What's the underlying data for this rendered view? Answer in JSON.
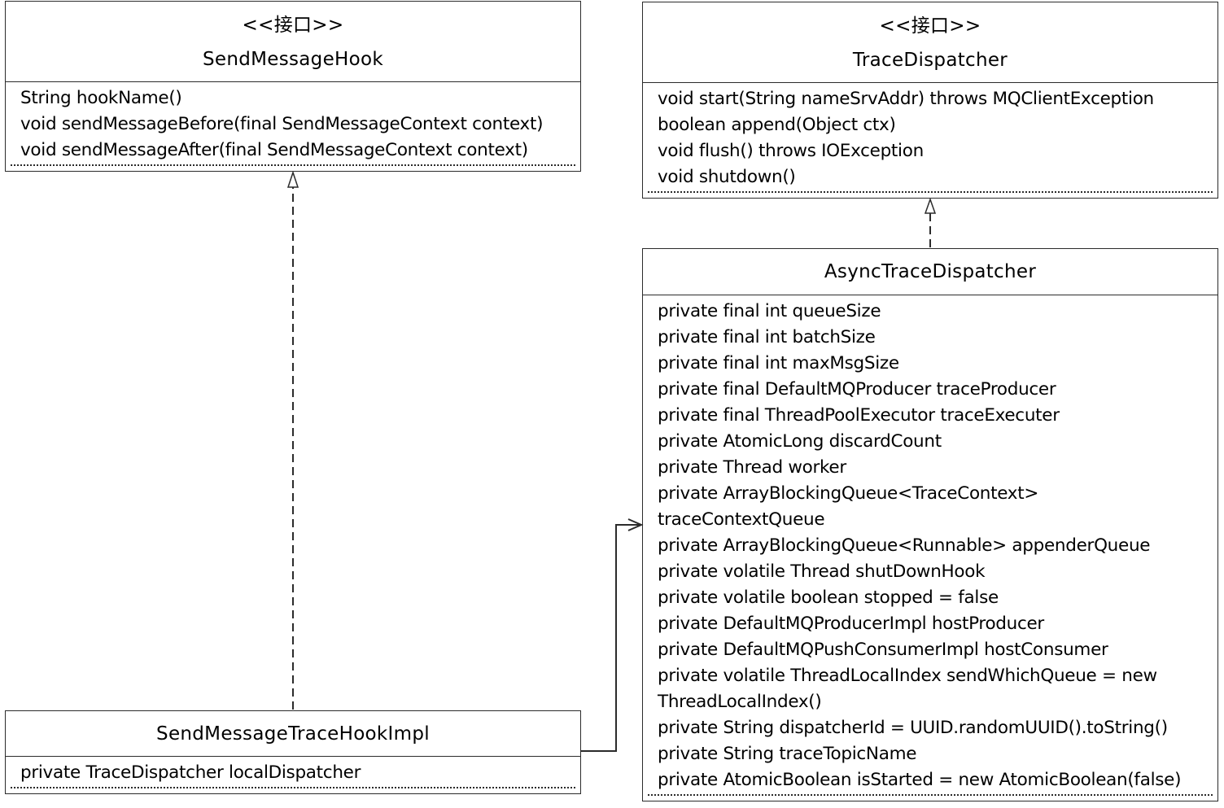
{
  "send_message_hook": {
    "stereotype": "<<接口>>",
    "name": "SendMessageHook",
    "members": [
      "String hookName()",
      "void sendMessageBefore(final SendMessageContext context)",
      "void sendMessageAfter(final SendMessageContext context)"
    ]
  },
  "trace_dispatcher": {
    "stereotype": "<<接口>>",
    "name": "TraceDispatcher",
    "members": [
      "void start(String nameSrvAddr) throws MQClientException",
      "boolean append(Object ctx)",
      "void flush() throws IOException",
      "void shutdown()"
    ]
  },
  "async_trace_dispatcher": {
    "name": "AsyncTraceDispatcher",
    "members": [
      "private final int queueSize",
      "private final int batchSize",
      "private final int maxMsgSize",
      "private final DefaultMQProducer traceProducer",
      "private final ThreadPoolExecutor traceExecuter",
      "private AtomicLong discardCount",
      "private Thread worker",
      "private ArrayBlockingQueue<TraceContext>",
      "traceContextQueue",
      "private ArrayBlockingQueue<Runnable> appenderQueue",
      "private volatile Thread shutDownHook",
      "private volatile boolean stopped = false",
      "private DefaultMQProducerImpl hostProducer",
      "private DefaultMQPushConsumerImpl hostConsumer",
      "private volatile ThreadLocalIndex sendWhichQueue = new",
      "ThreadLocalIndex()",
      "private String dispatcherId = UUID.randomUUID().toString()",
      "private String traceTopicName",
      "private AtomicBoolean isStarted = new AtomicBoolean(false)"
    ]
  },
  "send_message_trace_hook_impl": {
    "name": "SendMessageTraceHookImpl",
    "members": [
      "private TraceDispatcher localDispatcher"
    ]
  },
  "colors": {
    "line": "#2b2b2b",
    "background": "#ffffff",
    "text": "#000000"
  }
}
